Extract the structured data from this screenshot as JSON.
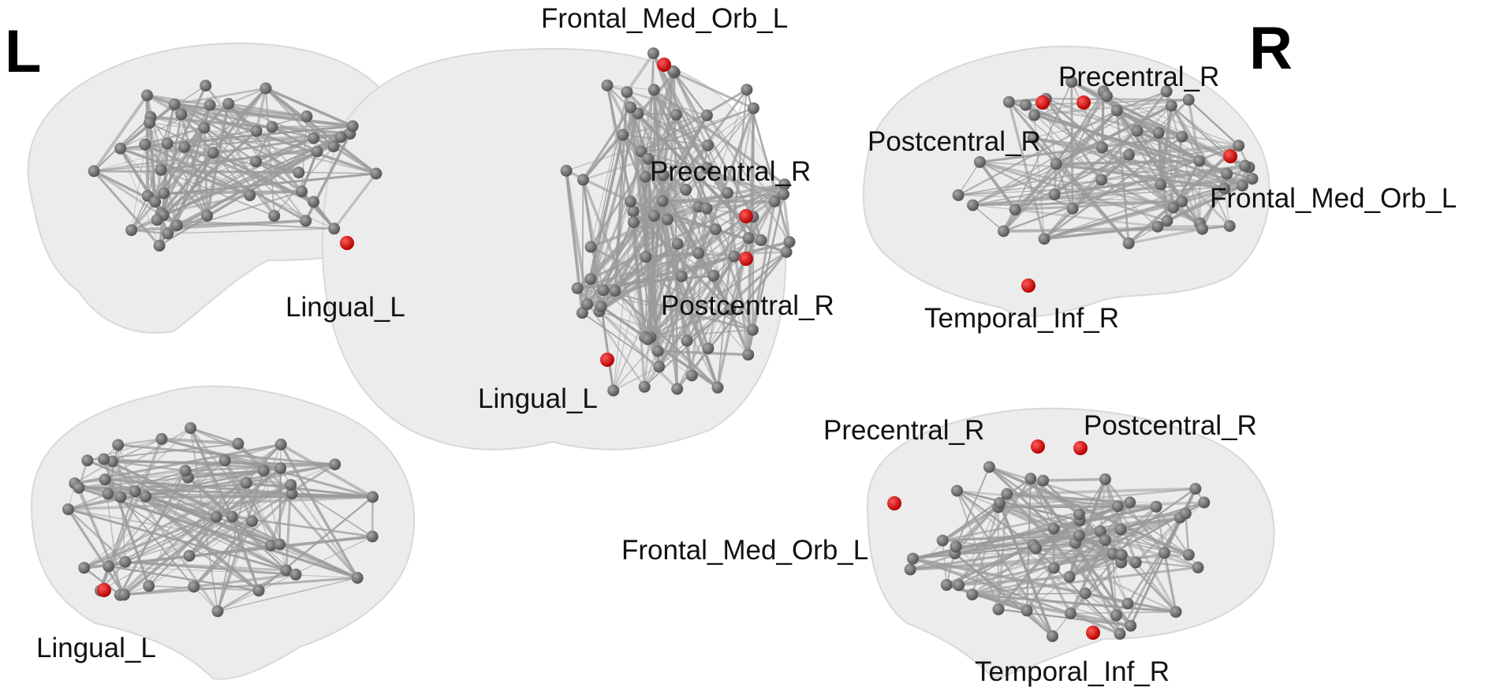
{
  "hemisphere_left": "L",
  "hemisphere_right": "R",
  "colors": {
    "node": "#6e6e6e",
    "highlight": "#d61b1b",
    "edge": "#9a9a9a",
    "brain": "#e9e9e9"
  },
  "views": {
    "left_lateral": {
      "labels": [
        "Lingual_L"
      ]
    },
    "superior": {
      "labels": [
        "Frontal_Med_Orb_L",
        "Precentral_R",
        "Postcentral_R",
        "Lingual_L"
      ]
    },
    "right_lateral": {
      "labels": [
        "Precentral_R",
        "Postcentral_R",
        "Frontal_Med_Orb_L",
        "Temporal_Inf_R"
      ]
    },
    "left_medial": {
      "labels": [
        "Lingual_L"
      ]
    },
    "right_medial": {
      "labels": [
        "Precentral_R",
        "Postcentral_R",
        "Frontal_Med_Orb_L",
        "Temporal_Inf_R"
      ]
    }
  }
}
